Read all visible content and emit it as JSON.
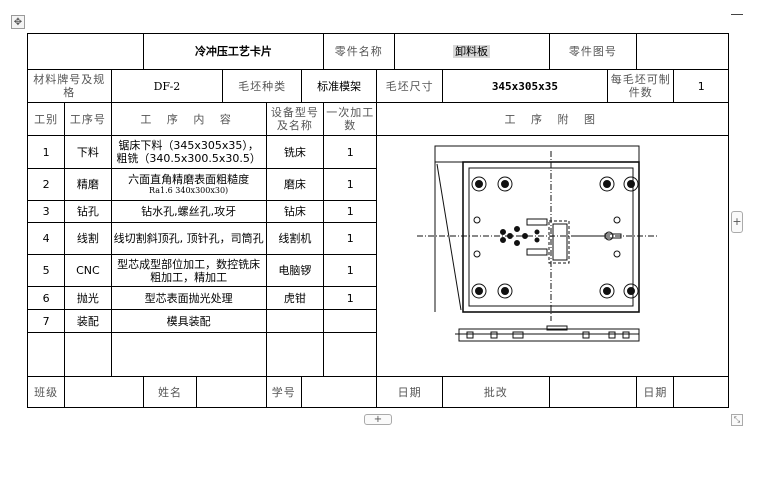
{
  "card": {
    "title": "冷冲压工艺卡片",
    "part_name_label": "零件名称",
    "part_name": "卸料板",
    "drawing_no_label": "零件图号",
    "drawing_no": "",
    "material_label": "材料牌号及规格",
    "material": "DF-2",
    "blank_type_label": "毛坯种类",
    "blank_type": "标准模架",
    "blank_size_label": "毛坯尺寸",
    "blank_size": "345x305x35",
    "per_blank_label": "每毛坯可制件数",
    "per_blank": "1"
  },
  "headers": {
    "step": "工别",
    "op": "工序号",
    "content": "工 序 内 容",
    "equipment": "设备型号及名称",
    "qty": "一次加工数",
    "drawing": "工 序 附 图"
  },
  "steps": [
    {
      "no": "1",
      "op": "下料",
      "content": "锯床下料（345x305x35），粗铣（340.5x300.5x30.5）",
      "sub": "",
      "equipment": "铣床",
      "qty": "1"
    },
    {
      "no": "2",
      "op": "精磨",
      "content": "六面直角精磨表面粗糙度",
      "sub": "Ra1.6 340x300x30)",
      "equipment": "磨床",
      "qty": "1"
    },
    {
      "no": "3",
      "op": "钻孔",
      "content": "钻水孔,螺丝孔,攻牙",
      "sub": "",
      "equipment": "钻床",
      "qty": "1"
    },
    {
      "no": "4",
      "op": "线割",
      "content": "线切割斜顶孔, 顶针孔，司筒孔",
      "sub": "",
      "equipment": "线割机",
      "qty": "1"
    },
    {
      "no": "5",
      "op": "CNC",
      "content": "型芯成型部位加工，数控铣床粗加工，精加工",
      "sub": "",
      "equipment": "电脑锣",
      "qty": "1"
    },
    {
      "no": "6",
      "op": "抛光",
      "content": "型芯表面抛光处理",
      "sub": "",
      "equipment": "虎钳",
      "qty": "1"
    },
    {
      "no": "7",
      "op": "装配",
      "content": "模具装配",
      "sub": "",
      "equipment": "",
      "qty": ""
    }
  ],
  "footer": {
    "class_label": "班级",
    "name_label": "姓名",
    "student_no_label": "学号",
    "date_label": "日期",
    "review_label": "批改",
    "date2_label": "日期"
  },
  "ui": {
    "move_glyph": "✥",
    "plus_glyph": "+",
    "resize_glyph": "⤡"
  },
  "icons": [
    "move-icon",
    "add-column-icon",
    "add-row-icon",
    "resize-icon"
  ]
}
